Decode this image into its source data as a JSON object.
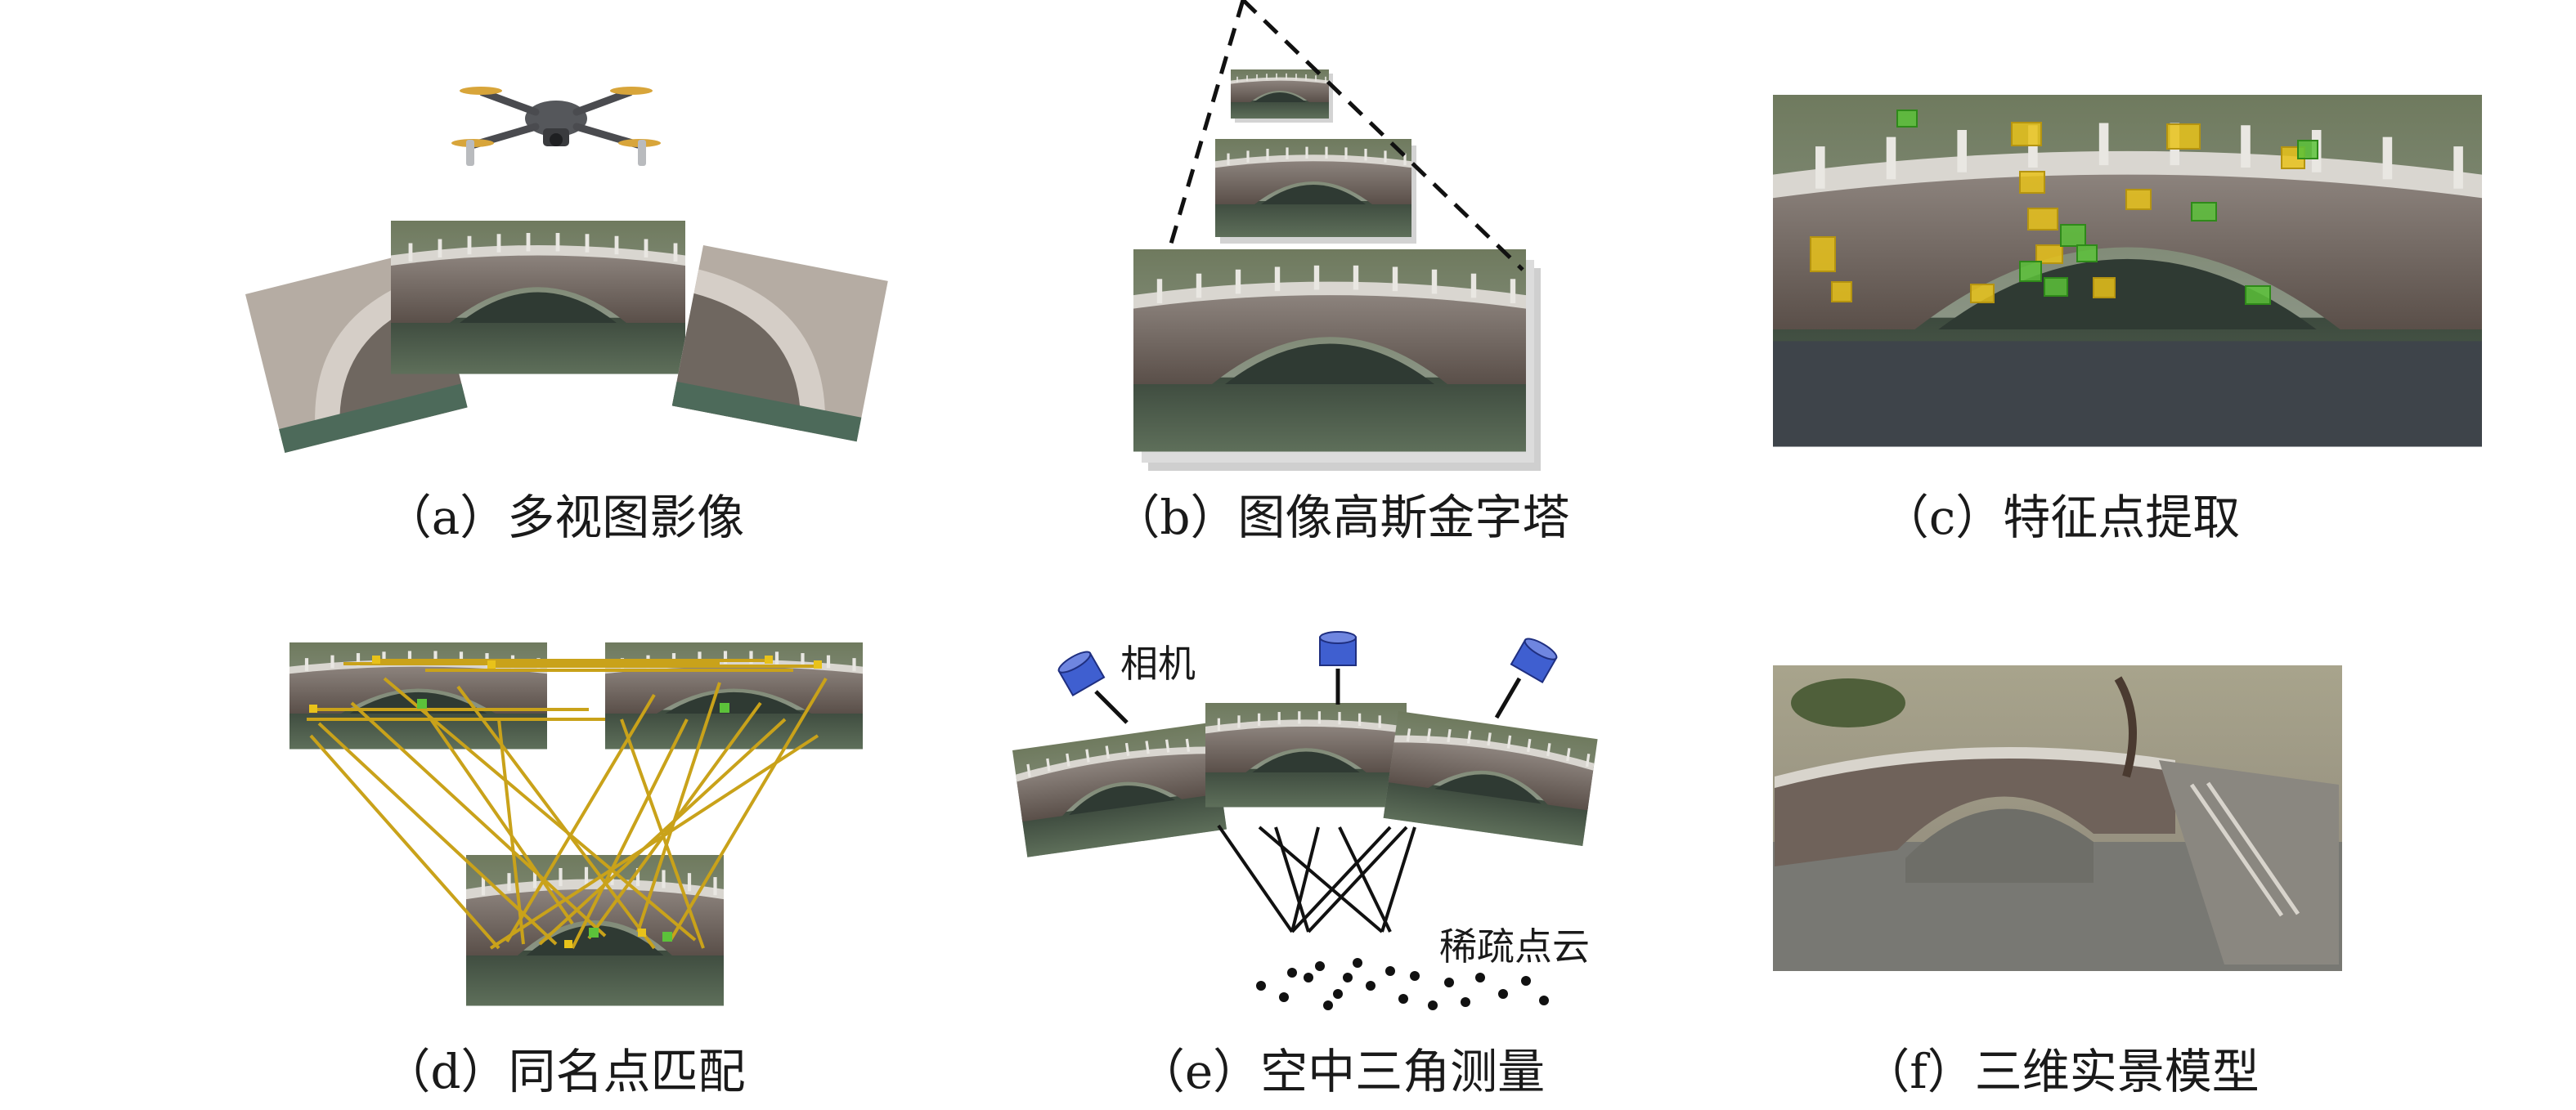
{
  "captions": {
    "a": "（a）多视图影像",
    "b": "（b）图像高斯金字塔",
    "c": "（c）特征点提取",
    "d": "（d）同名点匹配",
    "e": "（e）空中三角测量",
    "f": "（f）三维实景模型"
  },
  "labels": {
    "camera": "相机",
    "sparse_cloud": "稀疏点云"
  },
  "colors": {
    "feature_yellow": "#e8c21a",
    "feature_green": "#5cc23a",
    "match_line": "#c9a21a",
    "camera_blue": "#3f5fd0"
  }
}
